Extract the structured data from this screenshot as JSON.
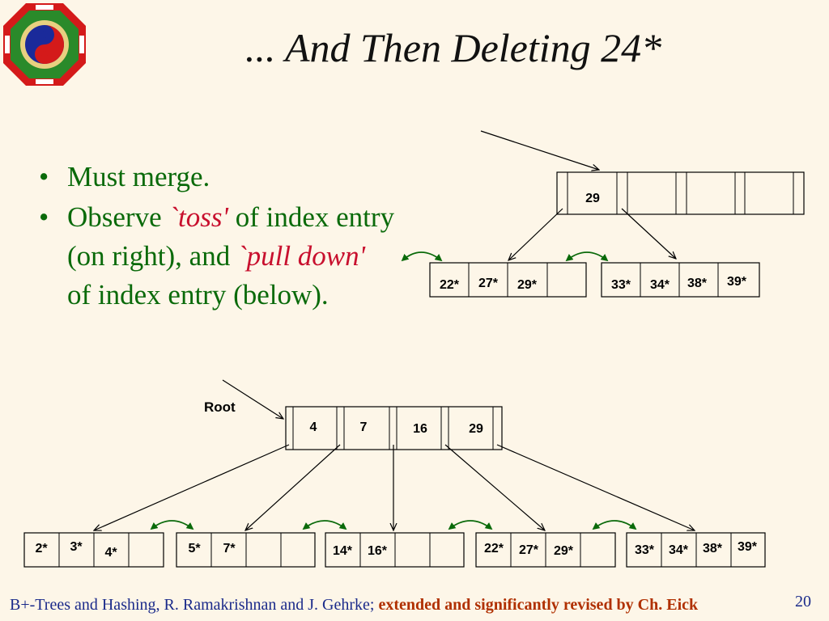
{
  "title": "... And Then Deleting 24*",
  "bullets": {
    "b1": "Must merge.",
    "b2_pre": "Observe ",
    "b2_toss": "`toss'",
    "b2_mid": " of index entry (on right), and ",
    "b2_pull": "`pull down'",
    "b2_post": " of index entry (below)."
  },
  "upper_tree": {
    "index_keys": [
      "29",
      "",
      "",
      ""
    ],
    "left_leaf": [
      "22*",
      "27*",
      "29*",
      ""
    ],
    "right_leaf": [
      "33*",
      "34*",
      "38*",
      "39*"
    ]
  },
  "lower_tree": {
    "root_label": "Root",
    "root_keys": [
      "4",
      "7",
      "16",
      "29"
    ],
    "leaves": [
      [
        "2*",
        "3*",
        "4*",
        ""
      ],
      [
        "5*",
        "7*",
        "",
        ""
      ],
      [
        "14*",
        "16*",
        "",
        ""
      ],
      [
        "22*",
        "27*",
        "29*",
        ""
      ],
      [
        "33*",
        "34*",
        "38*",
        "39*"
      ]
    ]
  },
  "footer": {
    "plain": "B+-Trees and Hashing, R. Ramakrishnan and J. Gehrke; ",
    "bold": "extended and significantly revised by Ch. Eick"
  },
  "page_number": "20",
  "colors": {
    "background": "#fdf6e8",
    "bullet_text": "#0a6a0a",
    "emphasis": "#c8102e",
    "footer_text": "#1a2a8a",
    "footer_bold": "#b03000"
  }
}
